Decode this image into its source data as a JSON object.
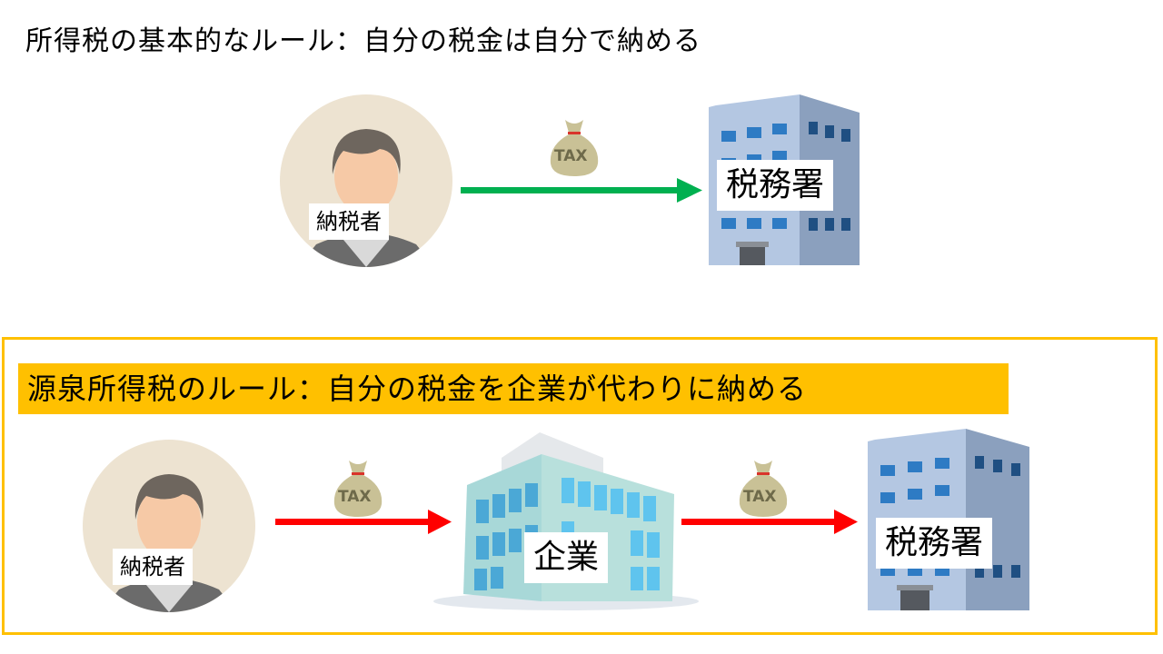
{
  "top_section": {
    "title": "所得税の基本的なルール：自分の税金は自分で納める",
    "taxpayer_label": "納税者",
    "tax_bag_label": "TAX",
    "tax_office_label": "税務署",
    "arrow_color": "#00B050"
  },
  "bottom_section": {
    "title": "源泉所得税のルール：自分の税金を企業が代わりに納める",
    "taxpayer_label": "納税者",
    "tax_bag_label_1": "TAX",
    "company_label": "企業",
    "tax_bag_label_2": "TAX",
    "tax_office_label": "税務署",
    "arrow_color": "#FF0000",
    "frame_color": "#FFC000"
  }
}
